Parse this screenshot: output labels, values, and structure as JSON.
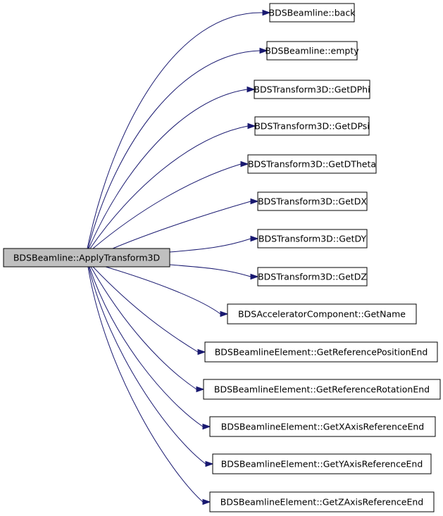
{
  "graph": {
    "caller": {
      "label": "BDSBeamline::ApplyTransform3D",
      "fill": "#bfbfbf"
    },
    "callees": [
      {
        "label": "BDSBeamline::back"
      },
      {
        "label": "BDSBeamline::empty"
      },
      {
        "label": "BDSTransform3D::GetDPhi"
      },
      {
        "label": "BDSTransform3D::GetDPsi"
      },
      {
        "label": "BDSTransform3D::GetDTheta"
      },
      {
        "label": "BDSTransform3D::GetDX"
      },
      {
        "label": "BDSTransform3D::GetDY"
      },
      {
        "label": "BDSTransform3D::GetDZ"
      },
      {
        "label": "BDSAcceleratorComponent::GetName"
      },
      {
        "label": "BDSBeamlineElement::GetReferencePositionEnd"
      },
      {
        "label": "BDSBeamlineElement::GetReferenceRotationEnd"
      },
      {
        "label": "BDSBeamlineElement::GetXAxisReferenceEnd"
      },
      {
        "label": "BDSBeamlineElement::GetYAxisReferenceEnd"
      },
      {
        "label": "BDSBeamlineElement::GetZAxisReferenceEnd"
      }
    ],
    "colors": {
      "edge": "#191970",
      "node_border": "#000000",
      "callee_fill": "#ffffff"
    }
  }
}
